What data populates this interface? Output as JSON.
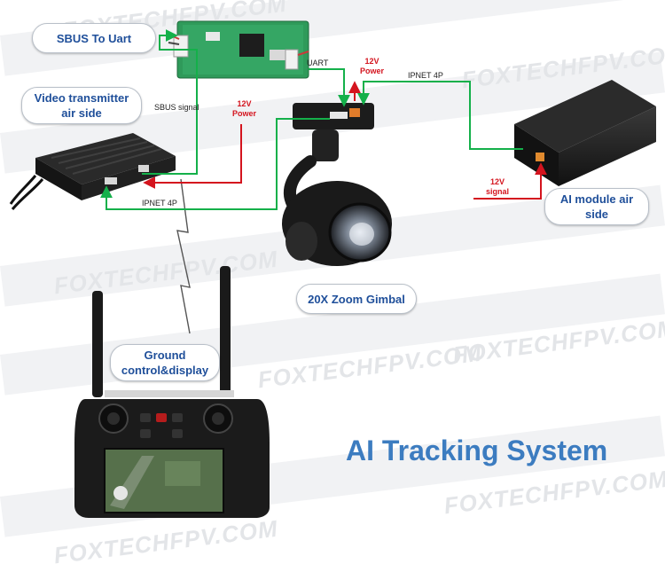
{
  "title": "AI Tracking System",
  "watermark": "FOXTECHFPV.COM",
  "callouts": {
    "sbus_to_uart": "SBUS To Uart",
    "vtx_air_line1": "Video transmitter",
    "vtx_air_line2": "air side",
    "zoom_gimbal": "20X Zoom Gimbal",
    "ground_line1": "Ground",
    "ground_line2": "control&display",
    "ai_module_line1": "AI module air",
    "ai_module_line2": "side"
  },
  "links": {
    "uart": "UART",
    "sbus_signal": "SBUS signal",
    "ipnet_top": "IPNET   4P",
    "ipnet_bottom": "IPNET   4P",
    "power_gimbal_line1": "12V",
    "power_gimbal_line2": "Power",
    "power_vtx_line1": "12V",
    "power_vtx_line2": "Power",
    "signal_ai_line1": "12V",
    "signal_ai_line2": "signal"
  },
  "colors": {
    "green_wire": "#14b04a",
    "red_wire": "#d4141e",
    "callout_text": "#1f4f9a",
    "title": "#3c7cc0"
  }
}
